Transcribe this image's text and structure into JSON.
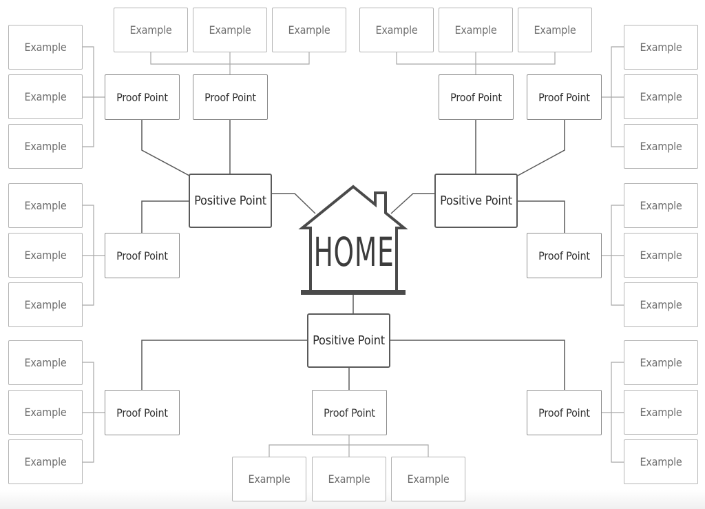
{
  "center": {
    "label": "HOME"
  },
  "positive_points": {
    "left": "Positive Point",
    "right": "Positive Point",
    "bottom": "Positive Point"
  },
  "proof_points": {
    "top_left_a": "Proof Point",
    "top_left_b": "Proof Point",
    "mid_left": "Proof Point",
    "top_right_a": "Proof Point",
    "top_right_b": "Proof Point",
    "mid_right": "Proof Point",
    "bottom_left": "Proof Point",
    "bottom_center": "Proof Point",
    "bottom_right": "Proof Point"
  },
  "examples": {
    "top_left_row": [
      "Example",
      "Example",
      "Example"
    ],
    "top_right_row": [
      "Example",
      "Example",
      "Example"
    ],
    "left_upper": [
      "Example",
      "Example",
      "Example"
    ],
    "left_middle": [
      "Example",
      "Example",
      "Example"
    ],
    "left_lower": [
      "Example",
      "Example",
      "Example"
    ],
    "right_upper": [
      "Example",
      "Example",
      "Example"
    ],
    "right_middle": [
      "Example",
      "Example",
      "Example"
    ],
    "right_lower": [
      "Example",
      "Example",
      "Example"
    ],
    "bottom_row": [
      "Example",
      "Example",
      "Example"
    ]
  },
  "colors": {
    "strong_line": "#5a5a5a",
    "light_line": "#a8a8a8",
    "example_border": "#b3b3b3"
  }
}
